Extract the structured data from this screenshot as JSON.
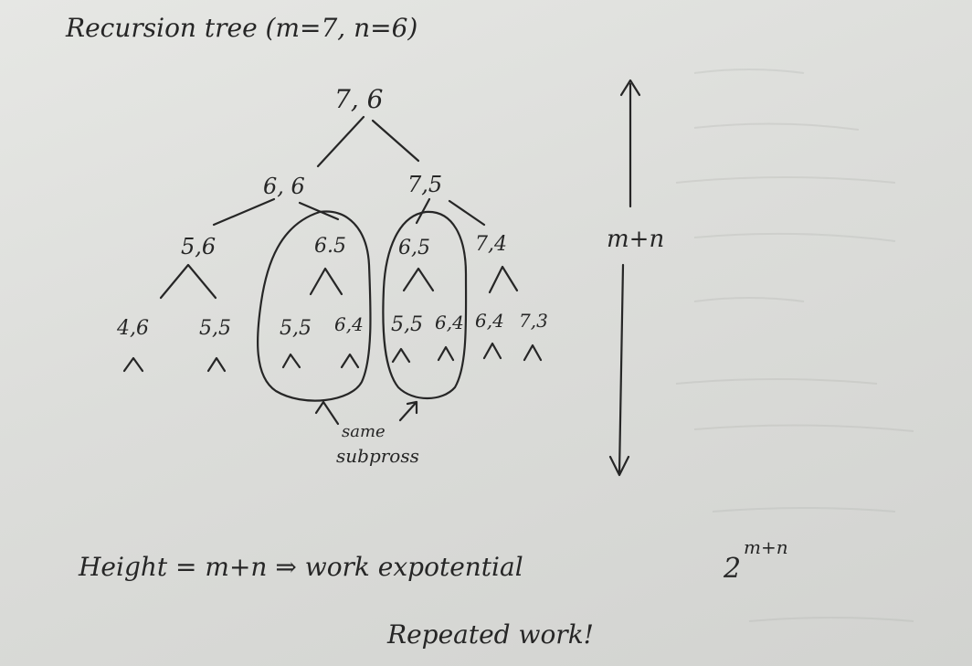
{
  "title": "Recursion tree (m=7, n=6)",
  "tree": {
    "nodes": [
      {
        "id": "n76",
        "label": "7, 6"
      },
      {
        "id": "n66",
        "label": "6, 6"
      },
      {
        "id": "n75",
        "label": "7,5"
      },
      {
        "id": "n56",
        "label": "5,6"
      },
      {
        "id": "n65a",
        "label": "6.5"
      },
      {
        "id": "n65b",
        "label": "6,5"
      },
      {
        "id": "n74",
        "label": "7,4"
      },
      {
        "id": "n46",
        "label": "4,6"
      },
      {
        "id": "n55a",
        "label": "5,5"
      },
      {
        "id": "n55b",
        "label": "5,5"
      },
      {
        "id": "n64a",
        "label": "6,4"
      },
      {
        "id": "n55c",
        "label": "5,5"
      },
      {
        "id": "n64b",
        "label": "6,4"
      },
      {
        "id": "n64c",
        "label": "6,4"
      },
      {
        "id": "n73",
        "label": "7,3"
      }
    ]
  },
  "annotations": {
    "height_side": "m+n",
    "same_subproblems": [
      "same",
      "subpross"
    ],
    "height_statement": "Height = m+n ⇒ work expotential",
    "exponent_base": "2",
    "exponent_power": "m+n",
    "repeated_work": "Repeated work!"
  }
}
